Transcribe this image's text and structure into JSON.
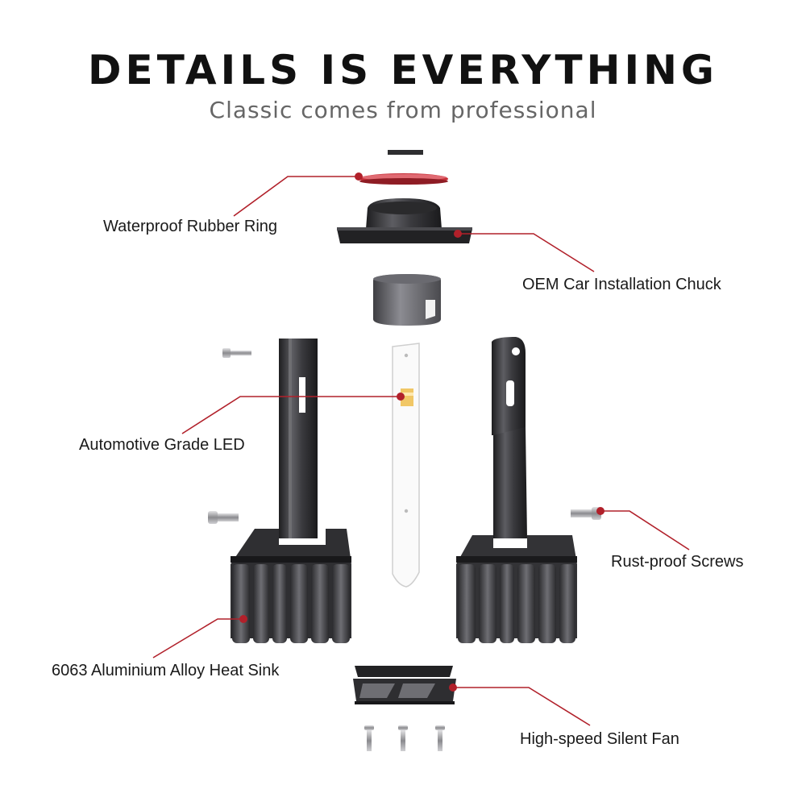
{
  "header": {
    "title": "DETAILS IS EVERYTHING",
    "subtitle": "Classic comes from professional"
  },
  "callouts": {
    "waterproof_ring": "Waterproof Rubber Ring",
    "oem_chuck": "OEM Car Installation Chuck",
    "led": "Automotive Grade LED",
    "screws": "Rust-proof Screws",
    "heat_sink": "6063 Aluminium Alloy Heat Sink",
    "fan": "High-speed Silent Fan"
  },
  "colors": {
    "leader_line": "#b1202a",
    "title": "#111111",
    "subtitle": "#666666",
    "metal_dark": "#2b2b2d",
    "metal_mid": "#5a5a5e",
    "rubber_ring": "#c62f38"
  }
}
